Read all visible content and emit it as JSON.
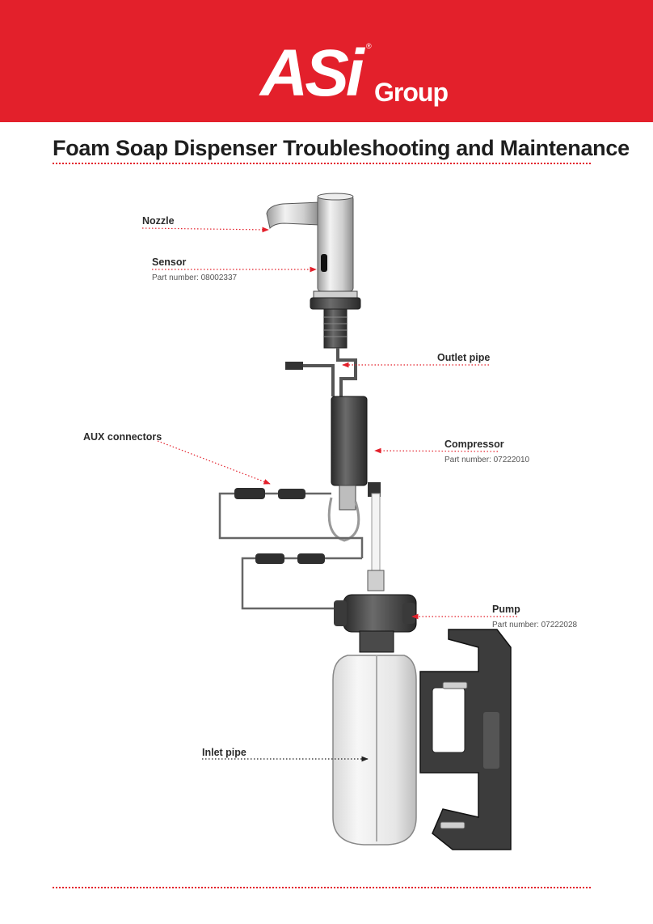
{
  "header": {
    "logo_text": "ASi",
    "logo_sub": "Group",
    "registered_mark": "®",
    "color": "#e3202b"
  },
  "title": "Foam Soap Dispenser Troubleshooting and Maintenance",
  "accent_color": "#e3202b",
  "labels": {
    "nozzle": {
      "name": "Nozzle"
    },
    "sensor": {
      "name": "Sensor",
      "part": "Part number: 08002337"
    },
    "outlet_pipe": {
      "name": "Outlet pipe"
    },
    "aux_connectors": {
      "name": "AUX connectors"
    },
    "compressor": {
      "name": "Compressor",
      "part": "Part number: 07222010"
    },
    "pump": {
      "name": "Pump",
      "part": "Part number: 07222028"
    },
    "inlet_pipe": {
      "name": "Inlet pipe"
    }
  }
}
